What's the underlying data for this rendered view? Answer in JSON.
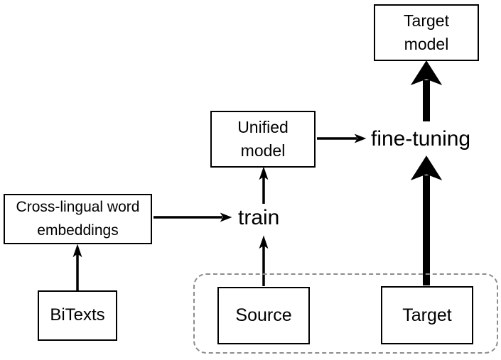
{
  "diagram": {
    "nodes": {
      "target_model": "Target model",
      "unified_model": "Unified model",
      "cross_lingual": "Cross-lingual word embeddings",
      "bitexts": "BiTexts",
      "source": "Source",
      "target": "Target"
    },
    "labels": {
      "train": "train",
      "fine_tuning": "fine-tuning"
    },
    "edges": [
      {
        "from": "BiTexts",
        "to": "Cross-lingual word embeddings",
        "style": "thin"
      },
      {
        "from": "Cross-lingual word embeddings",
        "to": "train",
        "style": "thin"
      },
      {
        "from": "Source",
        "to": "train",
        "style": "thin"
      },
      {
        "from": "train",
        "to": "Unified model",
        "style": "thin"
      },
      {
        "from": "Unified model",
        "to": "fine-tuning",
        "style": "thin"
      },
      {
        "from": "Target",
        "to": "fine-tuning",
        "style": "thick"
      },
      {
        "from": "fine-tuning",
        "to": "Target model",
        "style": "thick"
      }
    ],
    "group": {
      "members": [
        "Source",
        "Target"
      ],
      "border_style": "dashed-rounded"
    },
    "colors": {
      "background": "#ffffff",
      "text": "#000000",
      "box_border": "#000000",
      "arrow": "#000000",
      "group_border": "#8c8c8c"
    }
  }
}
